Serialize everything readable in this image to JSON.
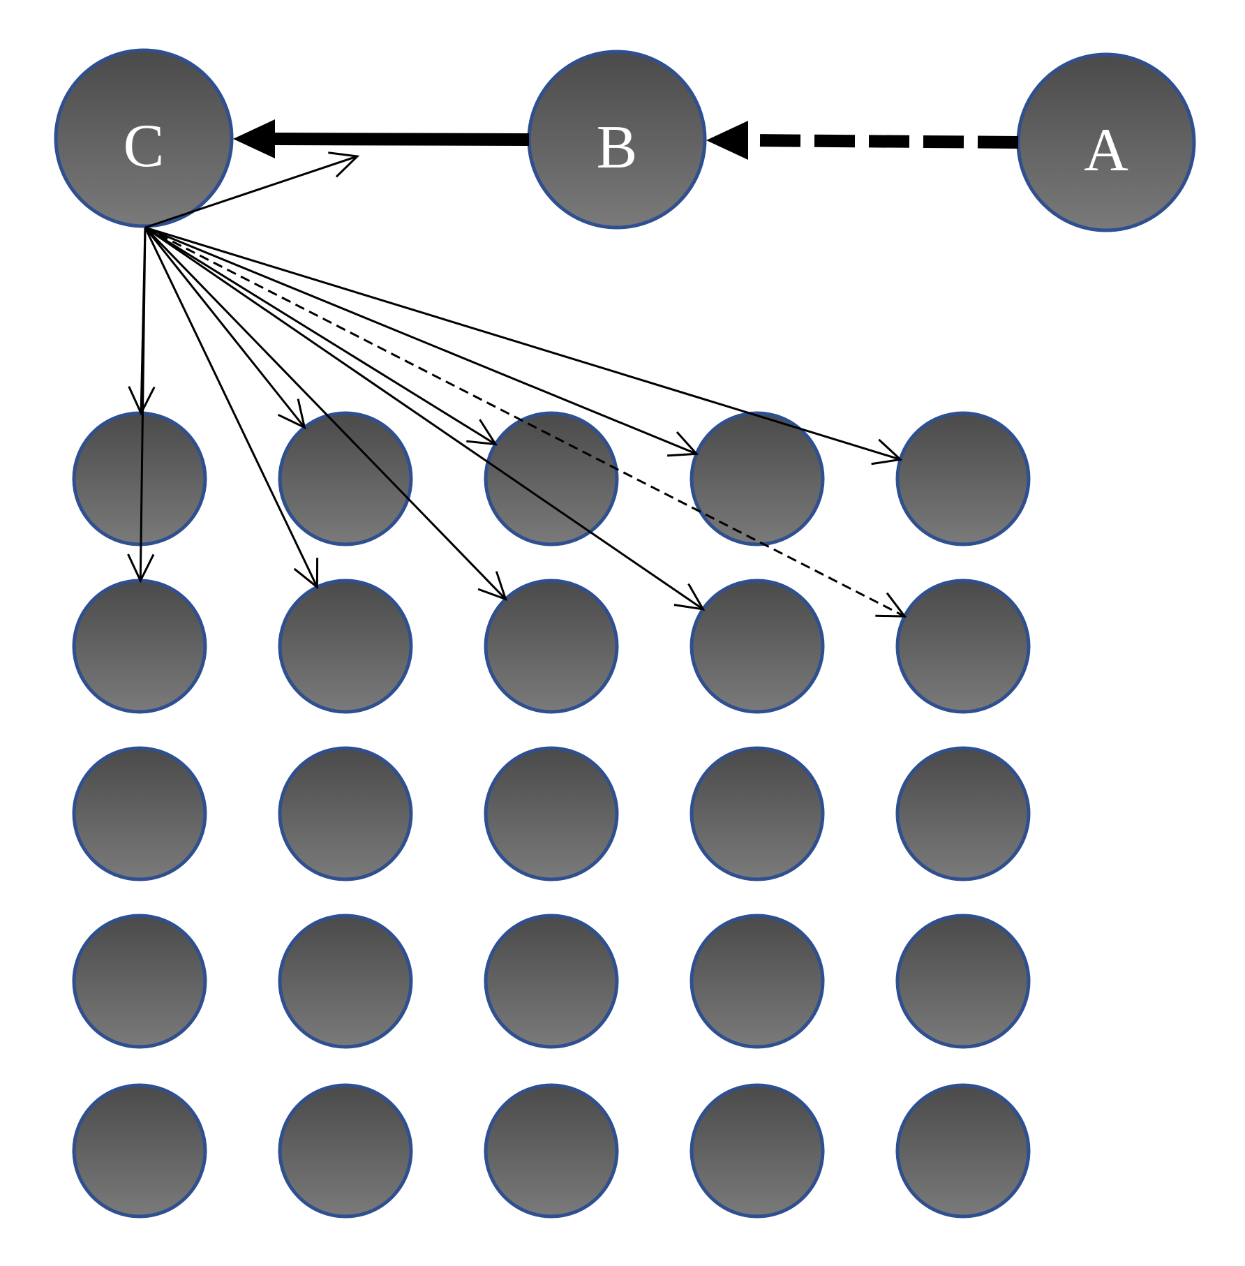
{
  "diagram": {
    "colors": {
      "node_fill_top": "#4a4a4a",
      "node_fill_bottom": "#7a7a7a",
      "node_stroke": "#2f4f8f",
      "edge": "#000000",
      "label": "#ffffff",
      "background": "#ffffff"
    },
    "labeled_nodes": [
      {
        "id": "C",
        "label": "C"
      },
      {
        "id": "B",
        "label": "B"
      },
      {
        "id": "A",
        "label": "A"
      }
    ],
    "grid": {
      "rows": 5,
      "columns": 5
    },
    "edges": [
      {
        "from": "B",
        "to": "C",
        "style": "thick-solid"
      },
      {
        "from": "A",
        "to": "B",
        "style": "thick-dashed"
      },
      {
        "from": "C",
        "to": "r0c0",
        "style": "thin-solid"
      },
      {
        "from": "C",
        "to": "r0c1",
        "style": "thin-solid"
      },
      {
        "from": "C",
        "to": "r0c2",
        "style": "thin-solid"
      },
      {
        "from": "C",
        "to": "r0c3",
        "style": "thin-solid"
      },
      {
        "from": "C",
        "to": "r0c4",
        "style": "thin-solid"
      },
      {
        "from": "C",
        "to": "r1c0",
        "style": "thin-solid"
      },
      {
        "from": "C",
        "to": "r1c1",
        "style": "thin-solid"
      },
      {
        "from": "C",
        "to": "r1c2",
        "style": "thin-solid"
      },
      {
        "from": "C",
        "to": "r1c3",
        "style": "thin-solid"
      },
      {
        "from": "C",
        "to": "r1c4",
        "style": "thin-dashed"
      },
      {
        "from": "C",
        "to": "self-loop",
        "style": "thin-solid"
      }
    ]
  }
}
